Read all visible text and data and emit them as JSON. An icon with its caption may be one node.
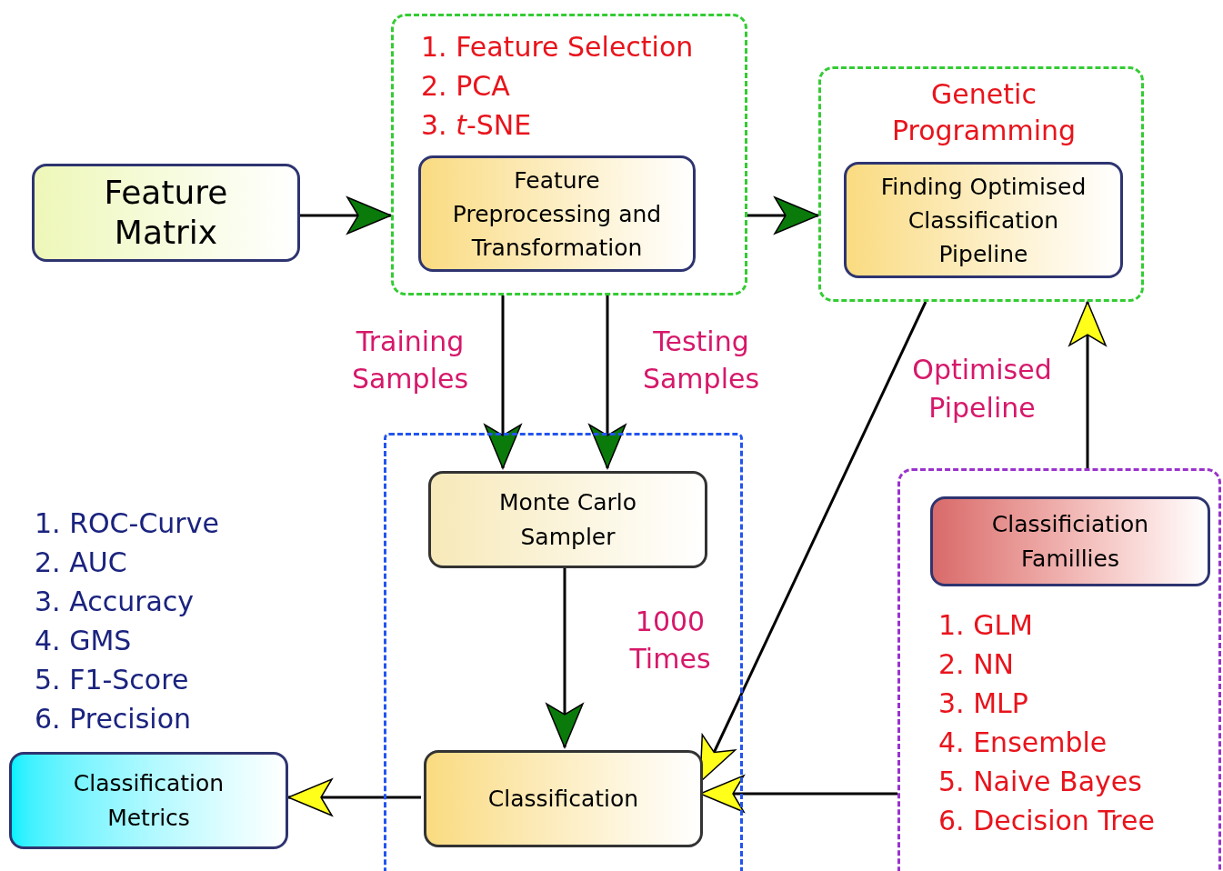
{
  "diagram": {
    "nodes": [
      {
        "text": [
          "Feature Matrix"
        ]
      },
      {
        "text": [
          "1. Feature Selection",
          "2. PCA",
          "3. *t*-SNE"
        ]
      },
      {
        "text": [
          "Feature Preprocessing and Transformation"
        ],
        "in": 1
      },
      {
        "text": [
          "Genetic Programming"
        ]
      },
      {
        "text": [
          "Finding Optimised Classification Pipeline"
        ],
        "in": 3
      },
      {
        "text": [],
        "shape": "box"
      },
      {
        "text": [
          "Monte Carlo Sampler"
        ],
        "in": 5
      },
      {
        "text": [
          "Classification"
        ],
        "in": 5
      },
      {
        "text": [
          "1. GLM",
          "2. NN",
          "3. MLP",
          "4. Ensemble",
          "5. Naive Bayes",
          "6. Decision Tree"
        ]
      },
      {
        "text": [
          "Classificiation Famillies"
        ],
        "in": 8
      },
      {
        "text": [
          "Classification Metrics"
        ]
      }
    ],
    "edges": [
      {
        "from": 0,
        "to": 1,
        "arrow": "to"
      },
      {
        "from": 1,
        "to": 3,
        "arrow": "to"
      },
      {
        "from": 1,
        "to": 6,
        "arrow": "to",
        "label": "Training Samples"
      },
      {
        "from": 1,
        "to": 6,
        "arrow": "to",
        "label": "Testing Samples"
      },
      {
        "from": 6,
        "to": 7,
        "arrow": "to",
        "label": "1000 Times"
      },
      {
        "from": 3,
        "to": 7,
        "arrow": "to"
      },
      {
        "from": 8,
        "to": 7,
        "arrow": "to"
      },
      {
        "from": 8,
        "to": 3,
        "arrow": "to"
      },
      {
        "from": 7,
        "to": 10,
        "arrow": "to"
      }
    ],
    "labels": [
      "1. ROC-Curve",
      "2. AUC",
      "3. Accuracy",
      "4. GMS",
      "5. F1-Score",
      "6. Precision",
      "Optimised Pipeline"
    ]
  }
}
